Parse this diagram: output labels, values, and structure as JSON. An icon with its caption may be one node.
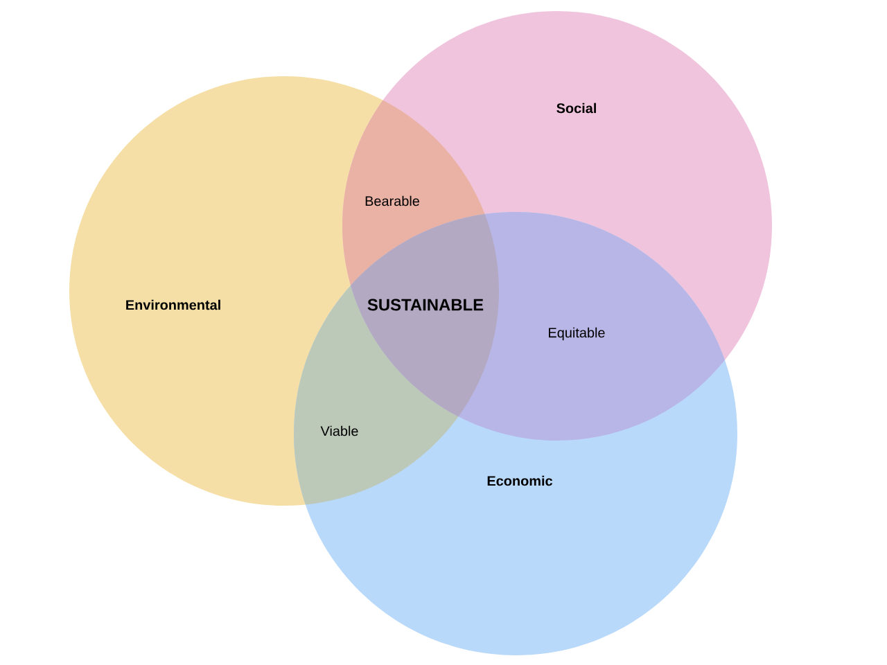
{
  "diagram": {
    "nodes": [
      {
        "text": [
          "Environmental"
        ]
      },
      {
        "text": [
          "Social"
        ]
      },
      {
        "text": [
          "Economic"
        ]
      }
    ],
    "labels": [
      "Bearable",
      "SUSTAINABLE",
      "Equitable",
      "Viable"
    ]
  }
}
